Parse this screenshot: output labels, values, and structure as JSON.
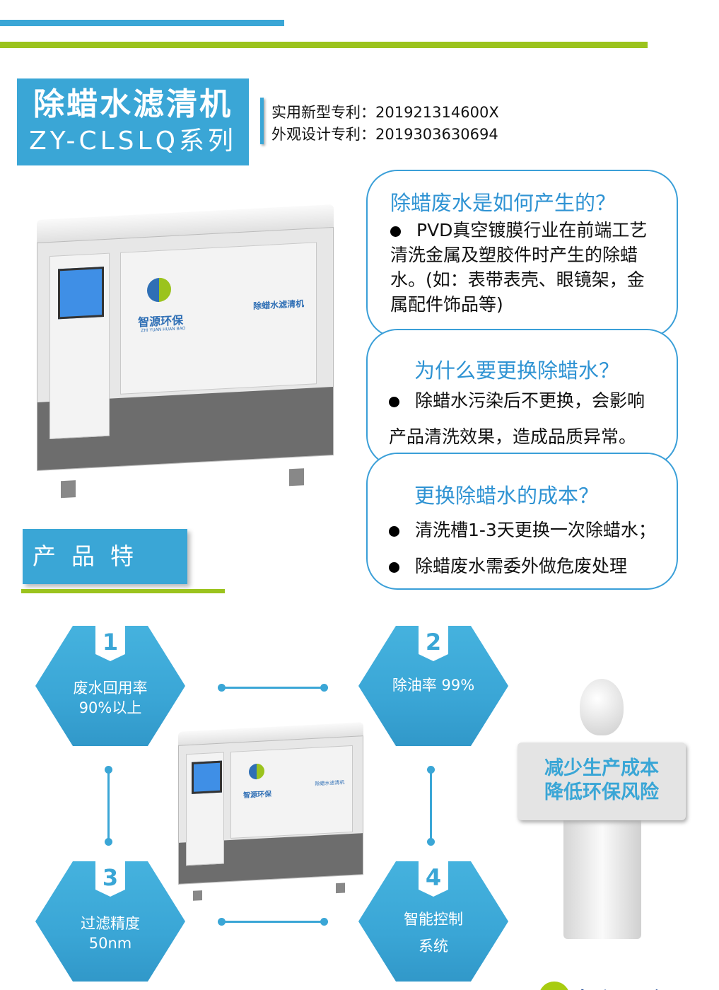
{
  "header": {
    "title": "除蜡水滤清机",
    "series": "ZY-CLSLQ系列"
  },
  "patents": [
    {
      "label": "实用新型专利：",
      "number": "201921314600X"
    },
    {
      "label": "外观设计专利：",
      "number": "2019303630694"
    }
  ],
  "machine": {
    "brand": "智源环保",
    "brand_en": "ZHI YUAN HUAN BAO",
    "label": "除蜡水滤清机"
  },
  "info": [
    {
      "title": "除蜡废水是如何产生的？",
      "items": [
        "PVD真空镀膜行业在前端工艺清洗金属及塑胶件时产生的除蜡水。(如：表带表壳、眼镜架，金属配件饰品等)"
      ]
    },
    {
      "title": "为什么要更换除蜡水？",
      "items": [
        "除蜡水污染后不更换，会影响",
        "产品清洗效果，造成品质异常。"
      ]
    },
    {
      "title": "更换除蜡水的成本？",
      "items": [
        "清洗槽1-3天更换一次除蜡水；",
        "除蜡废水需委外做危废处理"
      ]
    }
  ],
  "features": {
    "title": "产品特点",
    "items": [
      {
        "num": "1",
        "line1": "废水回用率",
        "line2": "90%以上"
      },
      {
        "num": "2",
        "line1": "除油率 99%",
        "line2": ""
      },
      {
        "num": "3",
        "line1": "过滤精度",
        "line2": "50nm"
      },
      {
        "num": "4",
        "line1": "智能控制",
        "line2": "系统"
      }
    ]
  },
  "sign": {
    "line1": "减少生产成本",
    "line2": "降低环保风险"
  },
  "footer": {
    "logo": "智源环保"
  },
  "colors": {
    "blue": "#3aa6d6",
    "green": "#9bc31d",
    "heading": "#2f93d3"
  }
}
